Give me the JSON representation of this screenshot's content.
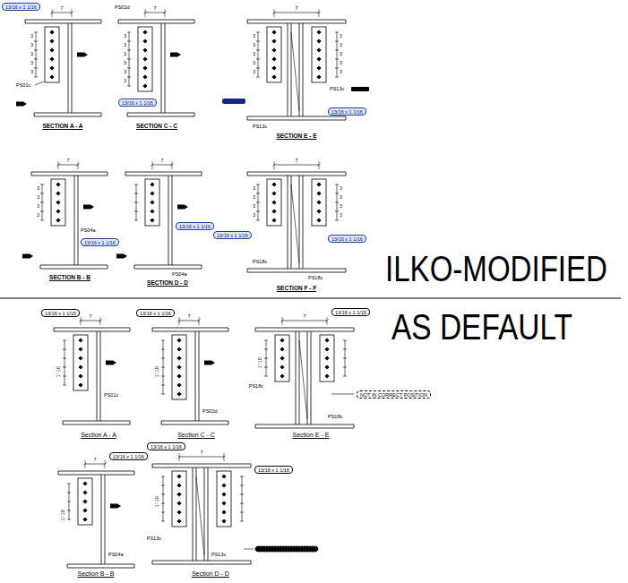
{
  "diagram": {
    "nodes": [
      {
        "text": [
          "13/16 x 1 1/16"
        ]
      },
      {
        "text": [
          "13/16 x 1 1/16"
        ]
      },
      {
        "text": [
          "13/16 x 1 1/16"
        ]
      },
      {
        "text": [
          "13/16 x 1 1/16"
        ]
      },
      {
        "text": [
          "13/16 x 1 1/16"
        ]
      },
      {
        "text": [
          "13/16 x 1 1/16"
        ]
      },
      {
        "text": [
          "13/16 x 1 1/16"
        ]
      },
      {
        "text": [
          "13/16 x 1 1/16"
        ]
      },
      {
        "text": [
          "13/16 x 1 1/16"
        ]
      },
      {
        "text": [
          "13/16 x 1 1/16"
        ]
      },
      {
        "text": [
          "NOT IN CORRECT POSITION"
        ]
      },
      {
        "text": [
          "13/16 x 1 1/16"
        ]
      },
      {
        "text": [
          "13/16 x 1 1/16"
        ]
      },
      {
        "text": [
          "13/16 x 1 1/16"
        ]
      }
    ],
    "labels": [
      "SECTION A - A",
      "SECTION C - C",
      "SECTION E - E",
      "SECTION B - B",
      "SECTION D - D",
      "SECTION F - F",
      "ILKO-MODIFIED",
      "AS DEFAULT",
      "Section A - A",
      "Section C - C",
      "Section E - E",
      "Section B - B",
      "Section D - D",
      "PS01c",
      "PS02d",
      "PS13c",
      "PS13c",
      "PS04a",
      "PS04a",
      "PS18c",
      "PS18c",
      "PS01c",
      "PS02d",
      "PS18c",
      "PS18c",
      "PS04a",
      "PS13c",
      "PS13c",
      "7",
      "7",
      "7",
      "7",
      "7",
      "7",
      "7",
      "7",
      "7",
      "7",
      "7",
      "1'-10",
      "1'-10",
      "1'-10",
      "1'-10",
      "1'-10",
      "3",
      "3",
      "3",
      "3",
      "3",
      "3",
      "3",
      "3",
      "3",
      "3",
      "3",
      "3",
      "3",
      "3",
      "3",
      "3",
      "3",
      "3",
      "3",
      "3",
      "3",
      "3",
      "3",
      "3",
      "3",
      "3",
      "3",
      "3",
      "3",
      "3",
      "3",
      "3",
      "3"
    ]
  }
}
